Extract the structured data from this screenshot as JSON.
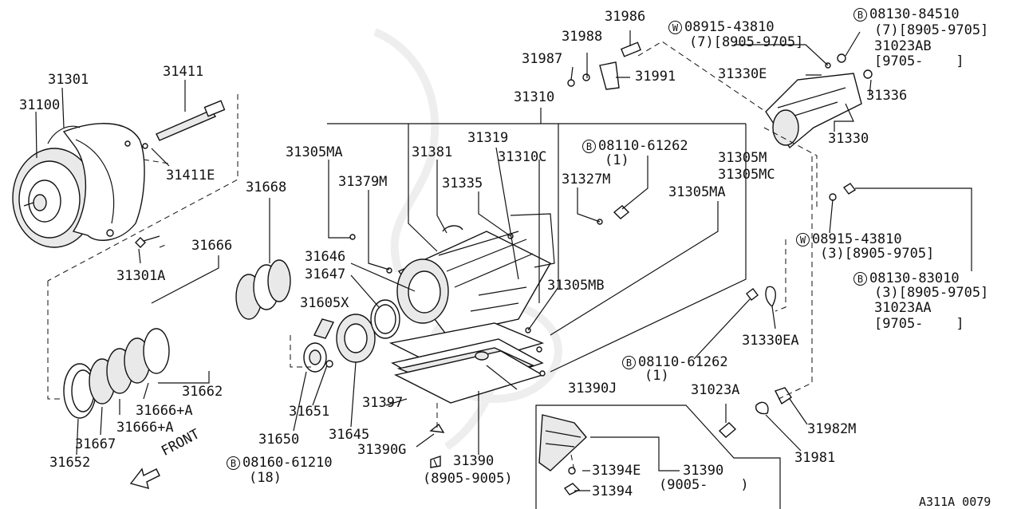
{
  "diagram": {
    "labels": {
      "p31301": "31301",
      "p31100": "31100",
      "p31411": "31411",
      "p31411E": "31411E",
      "p31301A": "31301A",
      "p31668": "31668",
      "p31666": "31666",
      "p31662": "31662",
      "p31666A1": "31666+A",
      "p31666A2": "31666+A",
      "p31667": "31667",
      "p31652": "31652",
      "p31651": "31651",
      "p31650": "31650",
      "p31645": "31645",
      "p31605X": "31605X",
      "p31646": "31646",
      "p31647": "31647",
      "p31305MA_l": "31305MA",
      "p31379M": "31379M",
      "p31381": "31381",
      "p31319": "31319",
      "p31310": "31310",
      "p31310C": "31310C",
      "p31335": "31335",
      "p31327M": "31327M",
      "p31305M": "31305M",
      "p31305MC": "31305MC",
      "p31305MA_r": "31305MA",
      "p31305MB": "31305MB",
      "p31397": "31397",
      "p31390G": "31390G",
      "p31390": "31390",
      "p31390_range": "(8905-9005)",
      "p31390J": "31390J",
      "p31986": "31986",
      "p31988": "31988",
      "p31987": "31987",
      "p31991": "31991",
      "p31330E": "31330E",
      "p31336": "31336",
      "p31330": "31330",
      "p31330EA": "31330EA",
      "p31023A": "31023A",
      "p31981": "31981",
      "p31982M": "31982M",
      "p31394E": "31394E",
      "p31394": "31394",
      "p31390b": "31390",
      "p31390b_range": "(9005-    )",
      "front": "FRONT",
      "footer_code": "A311A 0079"
    },
    "callouts": {
      "w1_mark": "W",
      "w1_part": "08915-43810",
      "w1_note": "(7)[8905-9705]",
      "b1_mark": "B",
      "b1_part": "08130-84510",
      "b1_note": "(7)[8905-9705]",
      "b1_alt": "31023AB",
      "b1_alt_range": "[9705-    ]",
      "b2_mark": "B",
      "b2_part": "08110-61262",
      "b2_qty": "(1)",
      "w2_mark": "W",
      "w2_part": "08915-43810",
      "w2_note": "(3)[8905-9705]",
      "b3_mark": "B",
      "b3_part": "08130-83010",
      "b3_note": "(3)[8905-9705]",
      "b3_alt": "31023AA",
      "b3_alt_range": "[9705-    ]",
      "b4_mark": "B",
      "b4_part": "08110-61262",
      "b4_qty": "(1)",
      "b5_mark": "B",
      "b5_part": "08160-61210",
      "b5_qty": "(18)"
    }
  }
}
